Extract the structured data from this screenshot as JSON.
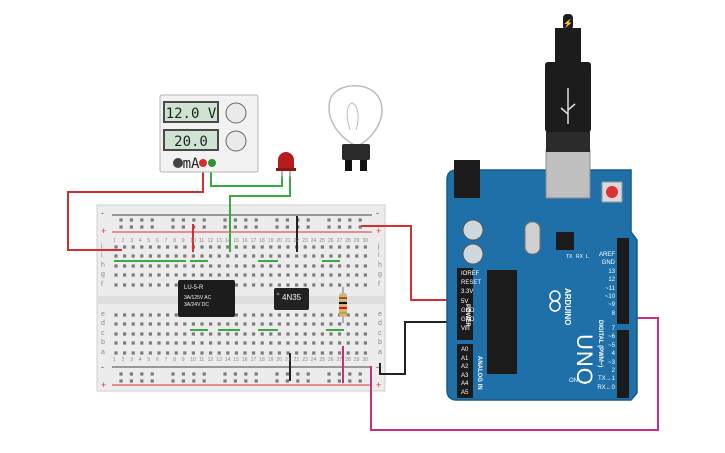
{
  "power_supply": {
    "voltage": "12.0 V",
    "current": "20.0 mA"
  },
  "relay": {
    "model": "LU-5-R",
    "spec_line1": "3A/125V AC",
    "spec_line2": "3A/24V DC"
  },
  "optocoupler": {
    "model": "4N35"
  },
  "breadboard": {
    "row_labels_top": [
      "j",
      "i",
      "h",
      "g",
      "f"
    ],
    "row_labels_bottom": [
      "e",
      "d",
      "c",
      "b",
      "a"
    ],
    "column_numbers": [
      "1",
      "2",
      "3",
      "4",
      "5",
      "6",
      "7",
      "8",
      "9",
      "10",
      "11",
      "12",
      "13",
      "14",
      "15",
      "16",
      "17",
      "18",
      "19",
      "20",
      "21",
      "22",
      "23",
      "24",
      "25",
      "26",
      "27",
      "28",
      "29",
      "30"
    ]
  },
  "arduino": {
    "brand": "ARDUINO",
    "model": "UNO",
    "power_header_title": "POWER",
    "power_pins": [
      "IOREF",
      "RESET",
      "3.3V",
      "5V",
      "GND",
      "GND",
      "Vin"
    ],
    "analog_header_title": "ANALOG IN",
    "analog_pins": [
      "A0",
      "A1",
      "A2",
      "A3",
      "A4",
      "A5"
    ],
    "digital_header_title": "DIGITAL (PWM~)",
    "digital_pins_top": [
      "AREF",
      "GND",
      "13",
      "12",
      "~11",
      "~10",
      "~9",
      "8"
    ],
    "digital_pins_bottom": [
      "7",
      "~6",
      "~5",
      "4",
      "~3",
      "2",
      "TX→1",
      "RX←0"
    ],
    "led_labels": [
      "TX",
      "RX",
      "L"
    ],
    "on_label": "ON"
  },
  "colors": {
    "wire_red": "#d32f2f",
    "wire_green": "#3aa845",
    "wire_black": "#222222",
    "wire_magenta": "#c2307f",
    "arduino_blue": "#1f6fa8",
    "breadboard": "#ececec"
  }
}
